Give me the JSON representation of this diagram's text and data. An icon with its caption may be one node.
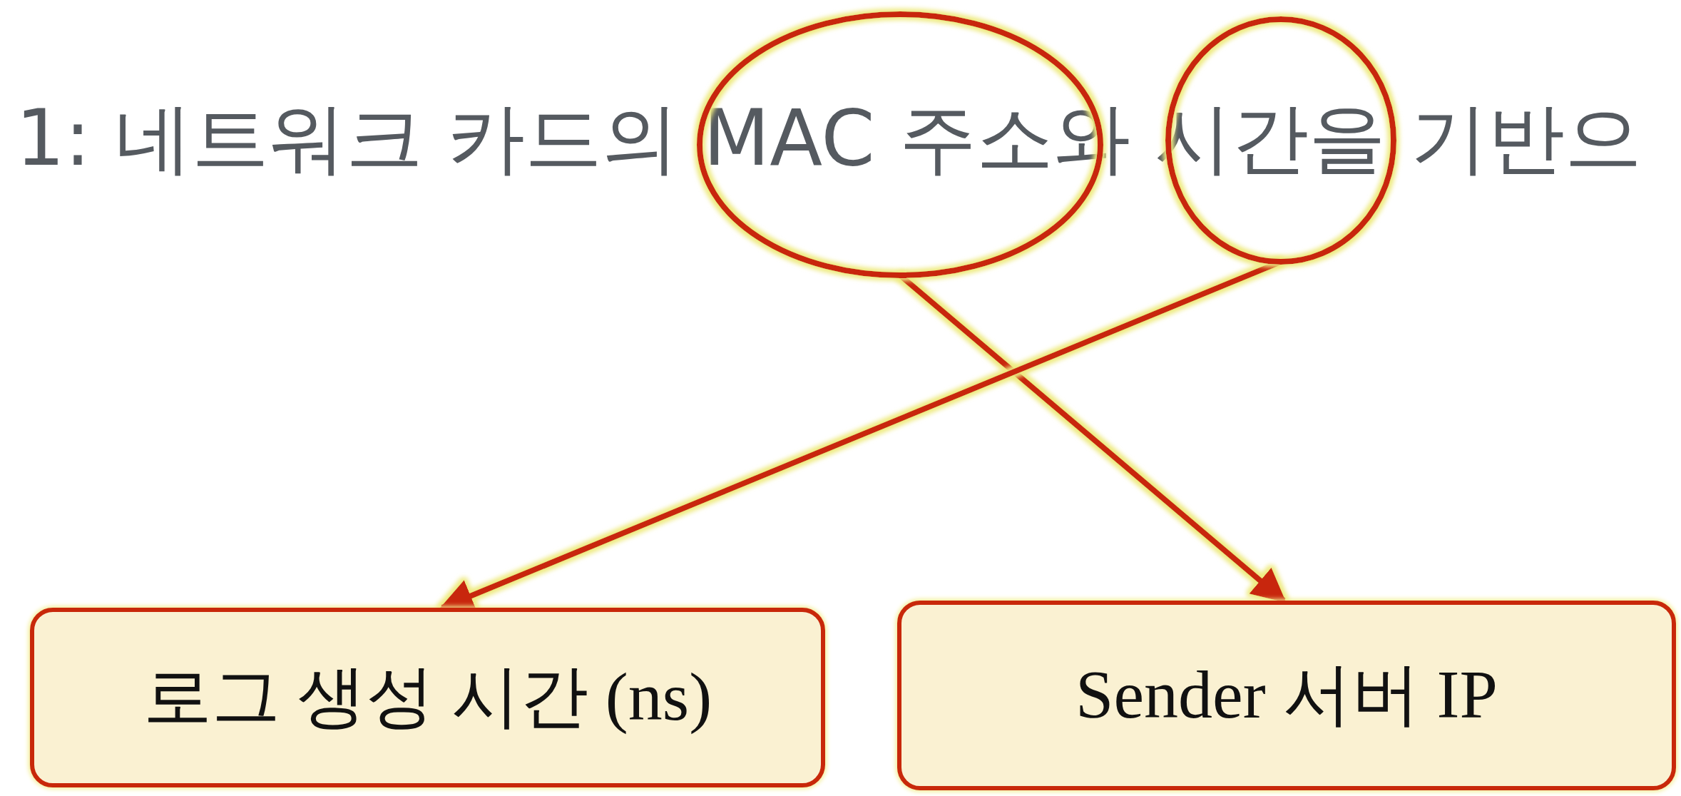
{
  "diagram": {
    "nodes": [
      {
        "text": [],
        "shape": "ellipse"
      },
      {
        "text": [],
        "shape": "ellipse"
      },
      {
        "text": [
          "로그 생성 시간 (ns)"
        ]
      },
      {
        "text": [
          "Sender 서버 IP"
        ]
      }
    ],
    "edges": [
      {
        "from": 0,
        "to": 3,
        "arrow": "to"
      },
      {
        "from": 1,
        "to": 2,
        "arrow": "to"
      }
    ],
    "labels": [
      "1: 네트워크 카드의 MAC 주소와 시간을 기반으"
    ]
  }
}
